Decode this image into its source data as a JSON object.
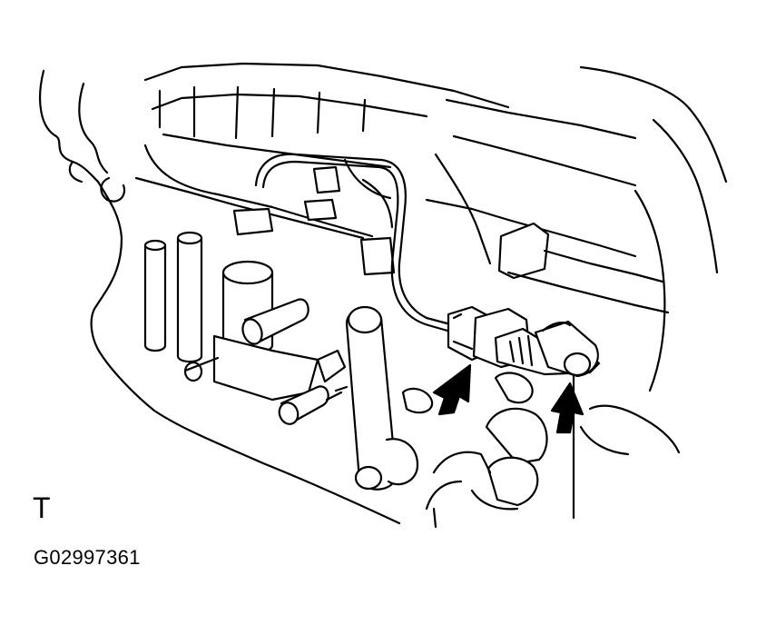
{
  "view_letter": "T",
  "figure_code": "G02997361",
  "callouts": [
    "arrow",
    "arrow"
  ]
}
